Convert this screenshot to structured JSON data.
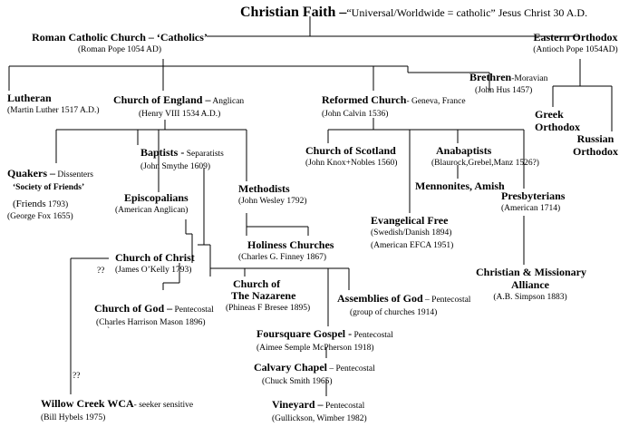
{
  "title": {
    "main": "Christian Faith",
    "dash": " –",
    "sub": "“Universal/Worldwide = catholic” Jesus Christ 30 A.D."
  },
  "nodes": {
    "roman_catholic": {
      "name": "Roman Catholic Church – ‘Catholics’",
      "detail": "(Roman Pope 1054 AD)"
    },
    "eastern_orthodox": {
      "name": "Eastern Orthodox",
      "detail": "(Antioch Pope 1054AD)"
    },
    "lutheran": {
      "name": "Lutheran",
      "detail": "(Martin Luther 1517 A.D.)"
    },
    "church_of_england": {
      "name": "Church of England –",
      "tag": " Anglican",
      "detail": "(Henry VIII 1534 A.D.)"
    },
    "reformed": {
      "name": "Reformed Church",
      "tag": "- Geneva, France",
      "detail": "(John Calvin 1536)"
    },
    "brethren": {
      "name": "Brethren",
      "tag": "-Moravian",
      "detail": "(John Hus 1457)"
    },
    "greek_orthodox": {
      "line1": "Greek",
      "line2": "Orthodox"
    },
    "russian_orthodox": {
      "line1": "Russian",
      "line2": "Orthodox"
    },
    "baptists": {
      "name": "Baptists -",
      "tag": " Separatists",
      "detail": "(John Smythe 1609)"
    },
    "quakers": {
      "name": "Quakers –",
      "tag": " Dissenters",
      "alt": "‘Society of Friends’",
      "friends": "(Friends",
      "friends_year": " 1793)",
      "detail": "(George Fox 1655)"
    },
    "church_of_scotland": {
      "name": "Church of Scotland",
      "detail": "(John Knox+Nobles 1560)"
    },
    "anabaptists": {
      "name": "Anabaptists",
      "detail": "(Blaurock,Grebel,Manz 1526?)"
    },
    "mennonites": {
      "name": "Mennonites, Amish"
    },
    "episcopalians": {
      "name": "Episcopalians",
      "detail": "(American  Anglican)"
    },
    "methodists": {
      "name": "Methodists",
      "detail": "(John Wesley 1792)"
    },
    "evangelical_free": {
      "name": "Evangelical Free",
      "detail1": "(Swedish/Danish 1894)",
      "detail2": "(American EFCA 1951)"
    },
    "presbyterians": {
      "name": "Presbyterians",
      "detail": "(American 1714)"
    },
    "holiness": {
      "name": "Holiness Churches",
      "detail": "(Charles G. Finney 1867)"
    },
    "church_of_christ": {
      "name": "Church of Christ",
      "detail": "(James O’Kelly 1793)"
    },
    "cma": {
      "line1": "Christian & Missionary",
      "line2": "Alliance",
      "detail": "(A.B. Simpson 1883)"
    },
    "nazarene": {
      "line1": "Church of",
      "line2": "The Nazarene",
      "detail": "(Phineas F Bresee 1895)"
    },
    "church_of_god": {
      "name": "Church of God –",
      "tag": " Pentecostal",
      "detail": "(Charles Harrison Mason 1896)"
    },
    "assemblies": {
      "name": "Assemblies of God",
      "tag": " – Pentecostal",
      "detail": "(group of churches 1914)"
    },
    "foursquare": {
      "name": "Foursquare Gospel -",
      "tag": " Pentecostal",
      "detail": "(Aimee Semple McPherson 1918)"
    },
    "calvary": {
      "name": "Calvary Chapel",
      "tag": " – Pentecostal",
      "detail": "(Chuck Smith 1965)"
    },
    "vineyard": {
      "name": "Vineyard –",
      "tag": " Pentecostal",
      "detail": "(Gullickson, Wimber 1982)"
    },
    "willow_creek": {
      "name": "Willow Creek WCA",
      "tag": "- seeker sensitive",
      "detail": "(Bill Hybels 1975)"
    }
  },
  "marks": {
    "uncertain_1": "??",
    "uncertain_2": "??",
    "tick": "`"
  }
}
